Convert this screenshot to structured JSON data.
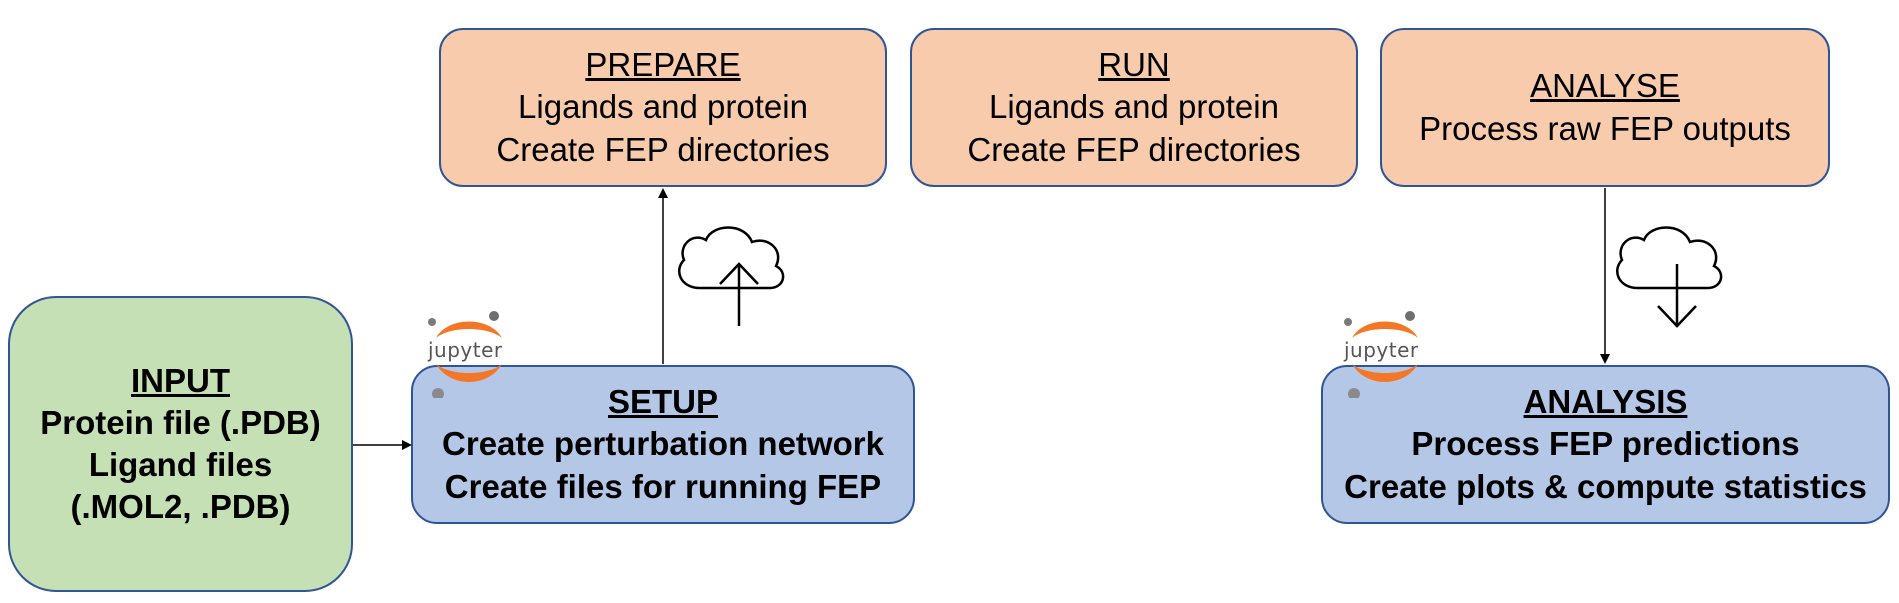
{
  "prepare": {
    "title": "PREPARE",
    "line1": "Ligands and protein",
    "line2": "Create FEP directories"
  },
  "run": {
    "title": "RUN",
    "line1": "Ligands and protein",
    "line2": "Create FEP directories"
  },
  "analyse": {
    "title": "ANALYSE",
    "line1": "Process raw FEP outputs"
  },
  "input": {
    "title": "INPUT",
    "line1": "Protein file (.PDB)",
    "line2": "Ligand files",
    "line3": "(.MOL2, .PDB)"
  },
  "setup": {
    "title": "SETUP",
    "line1": "Create perturbation network",
    "line2": "Create files for running FEP"
  },
  "analysis": {
    "title": "ANALYSIS",
    "line1": "Process FEP predictions",
    "line2": "Create plots & compute statistics"
  },
  "jupyter": {
    "label": "jupyter"
  },
  "colors": {
    "orange_fill": "#f8cbad",
    "blue_fill": "#b4c7e7",
    "green_fill": "#c5e0b4",
    "border": "#2f5597",
    "jupyter_orange": "#f37726"
  },
  "icons": [
    "cloud-upload-icon",
    "cloud-download-icon",
    "jupyter-logo-icon"
  ]
}
